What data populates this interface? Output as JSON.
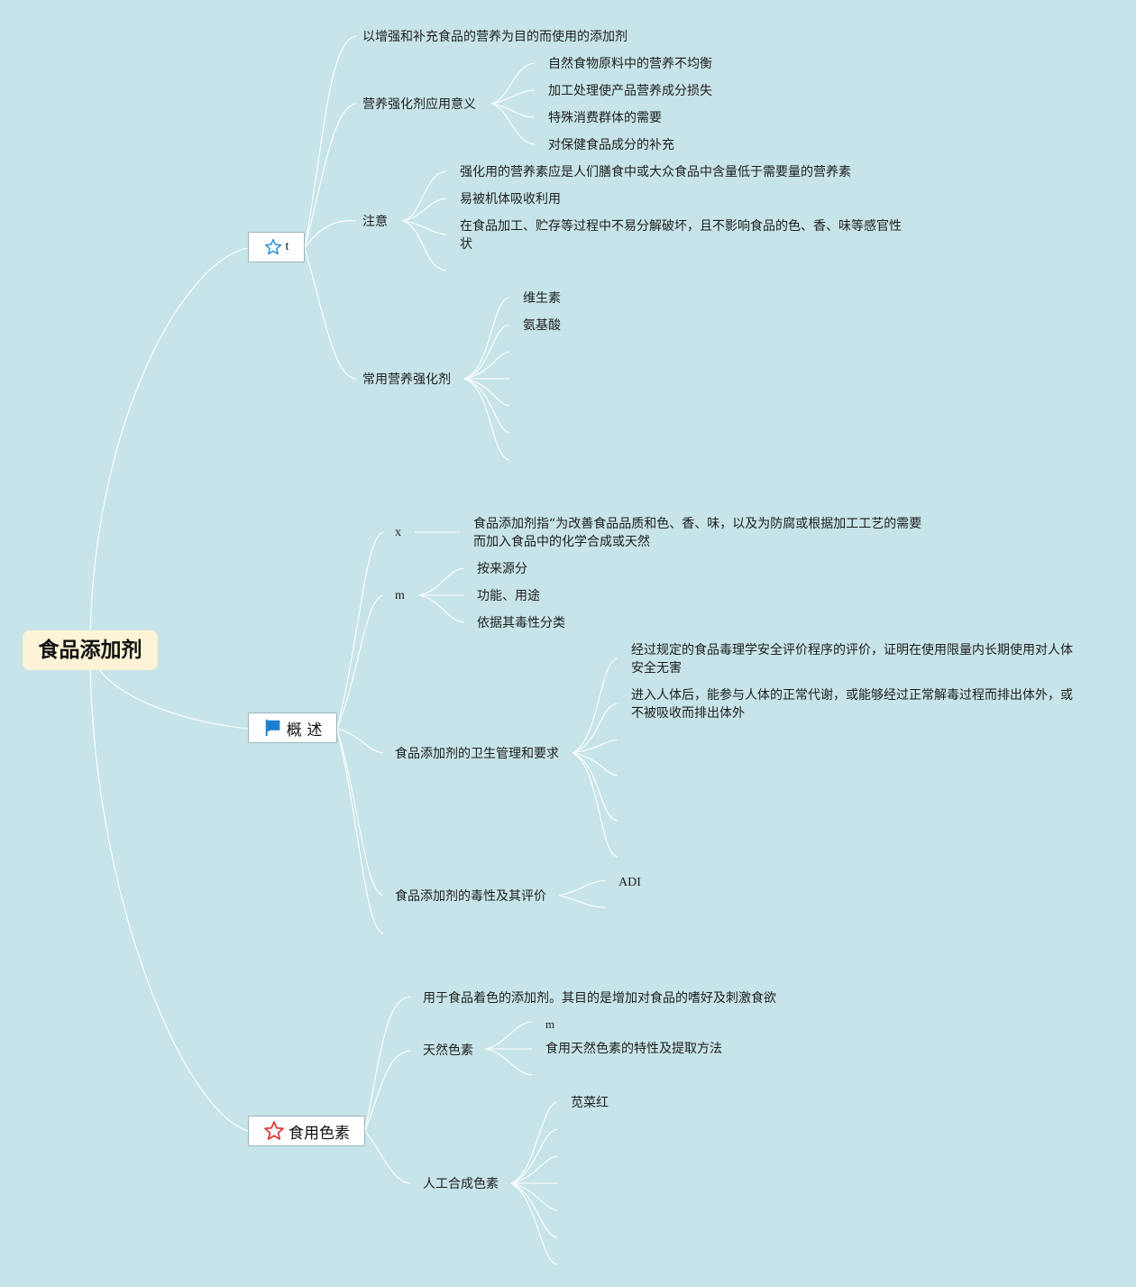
{
  "root": {
    "label": "食品添加剂"
  },
  "branch_t": {
    "label": "t",
    "item1": "以增强和补充食品的营养为目的而使用的添加剂",
    "significance": {
      "label": "营养强化剂应用意义",
      "items": [
        "自然食物原料中的营养不均衡",
        "加工处理使产品营养成分损失",
        "特殊消费群体的需要",
        "对保健食品成分的补充"
      ]
    },
    "notes": {
      "label": "注意",
      "items": [
        "强化用的营养素应是人们膳食中或大众食品中含量低于需要量的营养素",
        "易被机体吸收利用",
        "在食品加工、贮存等过程中不易分解破坏，且不影响食品的色、香、味等感官性",
        "状"
      ]
    },
    "common": {
      "label": "常用营养强化剂",
      "items": [
        "维生素",
        "氨基酸"
      ]
    }
  },
  "branch_overview": {
    "label": "概 述",
    "x": {
      "label": "x",
      "def_line1": "食品添加剂指“为改善食品品质和色、香、味，以及为防腐或根据加工工艺的需要",
      "def_line2": "而加入食品中的化学合成或天然"
    },
    "m": {
      "label": "m",
      "items": [
        "按来源分",
        "功能、用途",
        "依据其毒性分类"
      ]
    },
    "hygiene": {
      "label": "食品添加剂的卫生管理和要求",
      "item1_line1": "经过规定的食品毒理学安全评价程序的评价，证明在使用限量内长期使用对人体",
      "item1_line2": "安全无害",
      "item2_line1": "进入人体后，能参与人体的正常代谢，或能够经过正常解毒过程而排出体外，或",
      "item2_line2": "不被吸收而排出体外"
    },
    "toxicity": {
      "label": "食品添加剂的毒性及其评价",
      "items": [
        "ADI"
      ]
    }
  },
  "branch_colors": {
    "label": "食用色素",
    "item1": "用于食品着色的添加剂。其目的是增加对食品的嗜好及刺激食欲",
    "natural": {
      "label": "天然色素",
      "items": [
        "m",
        "食用天然色素的特性及提取方法"
      ]
    },
    "synthetic": {
      "label": "人工合成色素",
      "items": [
        "苋菜红"
      ]
    }
  },
  "colors": {
    "background": "#c7e4e8",
    "root_fill": "#fdf3d6",
    "link": "#ffffff",
    "star_blue": "#2b8fd6",
    "star_red": "#e03a3a",
    "flag_blue": "#1a7fd1"
  }
}
